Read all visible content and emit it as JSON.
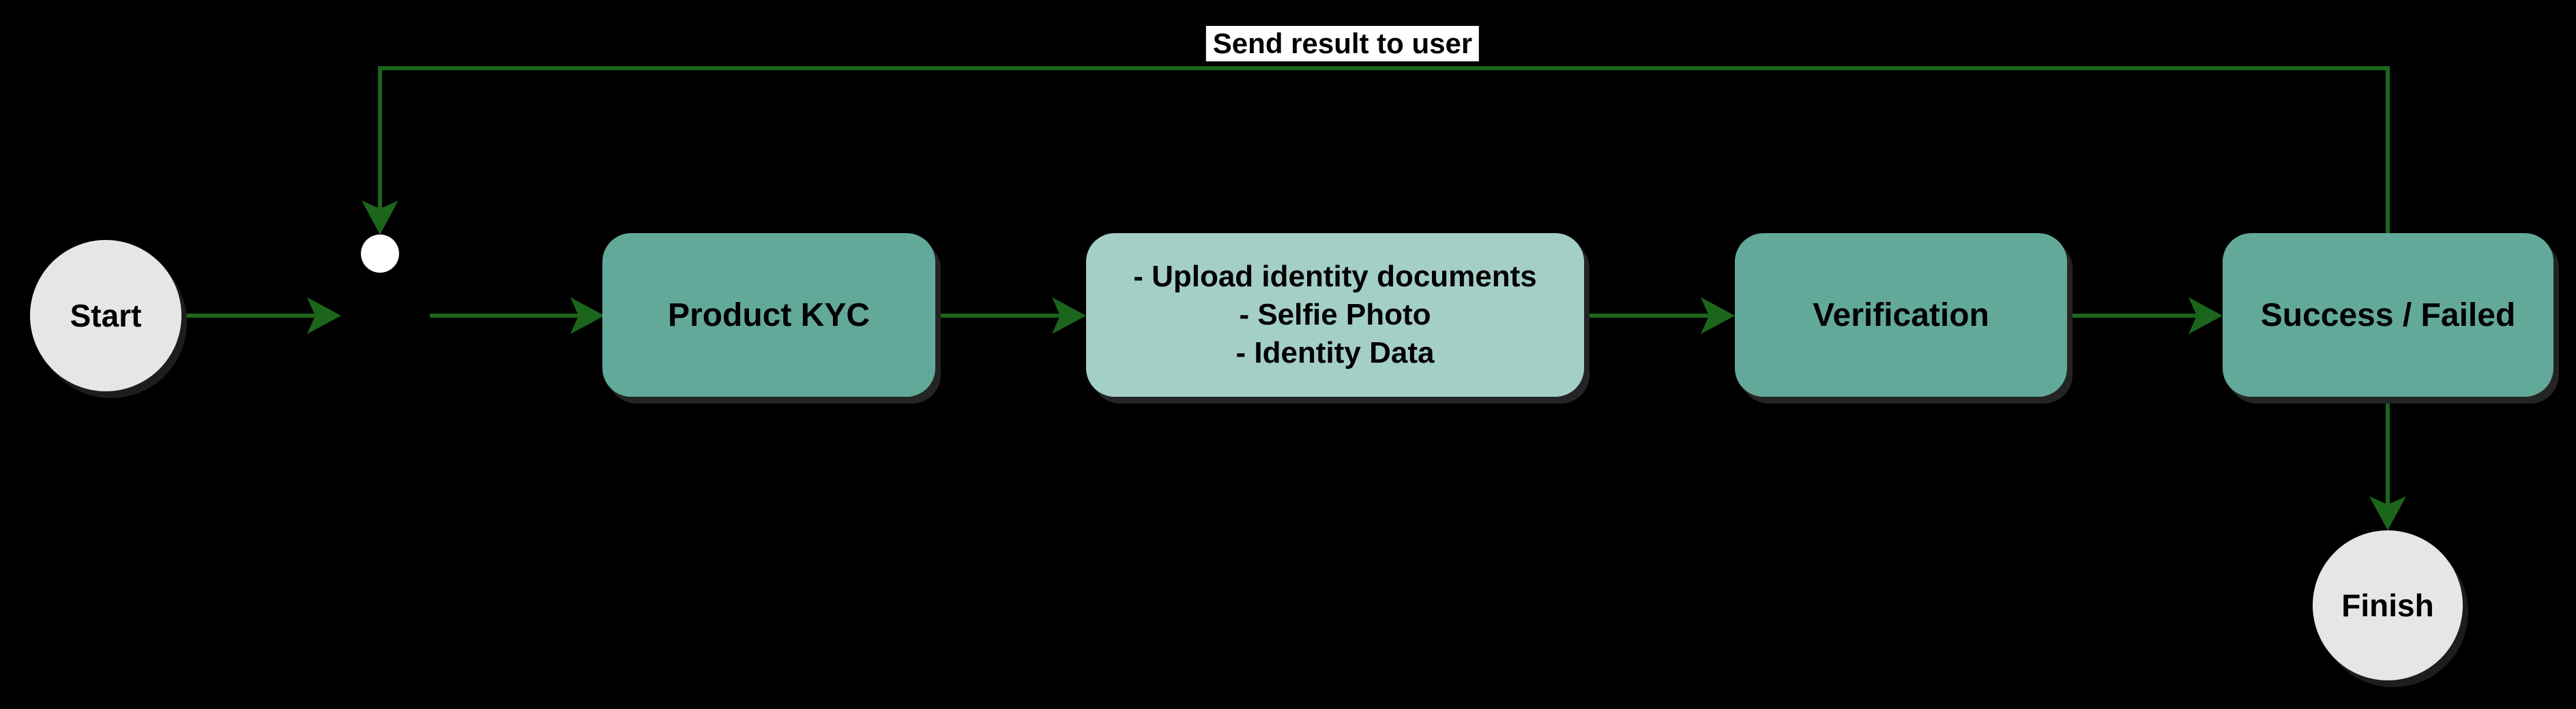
{
  "diagram": {
    "type": "flowchart",
    "background": "#000000",
    "palette": {
      "process_fill": "#63A99A",
      "info_fill": "#A4CFC7",
      "terminal_fill": "#E6E6E6",
      "edge_color": "#1C651C",
      "junction_fill": "#FFFFFF",
      "edge_label_bg": "#FFFFFF",
      "text_color": "#000000"
    },
    "nodes": {
      "start": {
        "label": "Start",
        "shape": "circle"
      },
      "product_kyc": {
        "label": "Product KYC",
        "shape": "rounded-rect"
      },
      "requirements": {
        "shape": "rounded-rect",
        "lines": [
          "- Upload identity documents",
          "- Selfie Photo",
          "- Identity Data"
        ]
      },
      "verification": {
        "label": "Verification",
        "shape": "rounded-rect"
      },
      "result": {
        "label": "Success / Failed",
        "shape": "rounded-rect"
      },
      "finish": {
        "label": "Finish",
        "shape": "circle"
      }
    },
    "edges": [
      {
        "from": "start",
        "to": "junction"
      },
      {
        "from": "junction",
        "to": "product_kyc"
      },
      {
        "from": "product_kyc",
        "to": "requirements"
      },
      {
        "from": "requirements",
        "to": "verification"
      },
      {
        "from": "verification",
        "to": "result"
      },
      {
        "from": "result",
        "to": "finish"
      },
      {
        "from": "result",
        "to": "junction",
        "label": "Send result to user",
        "route": "feedback-loop-top"
      }
    ],
    "edge_label": {
      "text": "Send result to user"
    }
  }
}
